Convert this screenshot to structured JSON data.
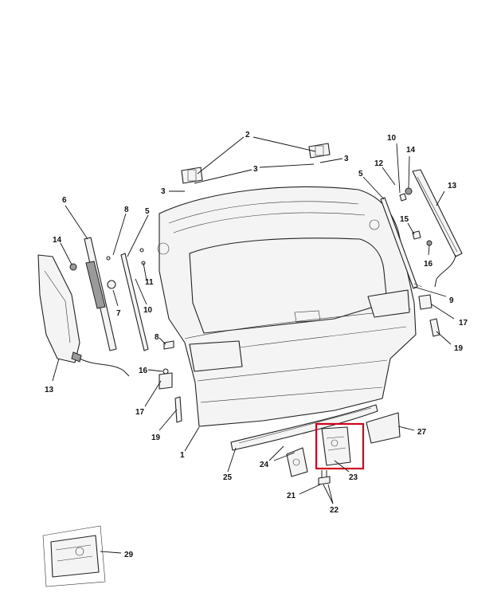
{
  "diagram": {
    "callouts": [
      "1",
      "2",
      "3",
      "3",
      "3",
      "5",
      "5",
      "6",
      "7",
      "8",
      "8",
      "9",
      "10",
      "10",
      "11",
      "12",
      "13",
      "13",
      "14",
      "14",
      "15",
      "16",
      "16",
      "17",
      "17",
      "19",
      "19",
      "21",
      "22",
      "23",
      "24",
      "25",
      "27",
      "29"
    ],
    "highlight_color": "#d0021b"
  }
}
